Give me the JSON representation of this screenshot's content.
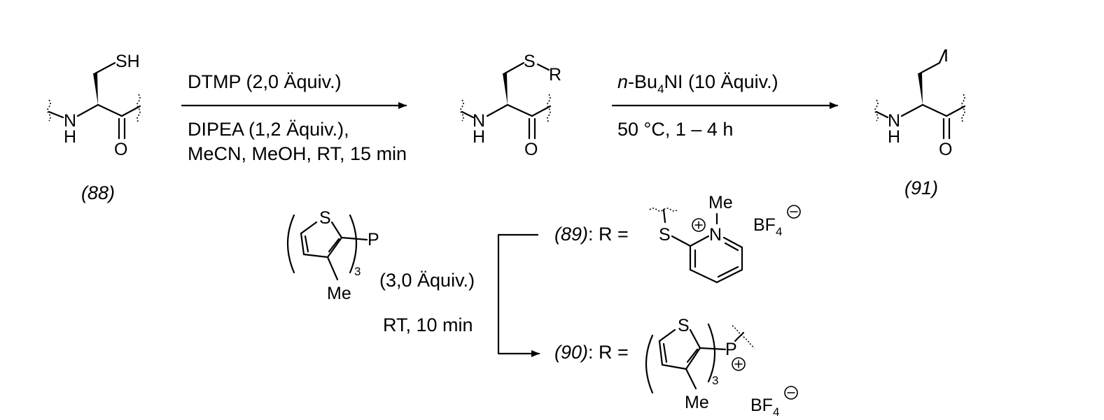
{
  "compounds": {
    "c88": {
      "label": "(88)",
      "thiol": "SH",
      "nh": "N",
      "h": "H",
      "o": "O"
    },
    "intermediate": {
      "s": "S",
      "r": "R",
      "nh": "N",
      "h": "H",
      "o": "O"
    },
    "c91": {
      "label": "(91)",
      "iodo": "I",
      "nh": "N",
      "h": "H",
      "o": "O"
    }
  },
  "arrow1": {
    "above": "DTMP (2,0 Äquiv.)",
    "below_line1": "DIPEA (1,2 Äquiv.),",
    "below_line2": "MeCN, MeOH, RT, 15 min"
  },
  "arrow2": {
    "above_prefix": "n",
    "above_main": "-Bu",
    "above_sub": "4",
    "above_suffix": "NI (10 Äquiv.)",
    "below": "50 °C, 1 – 4 h"
  },
  "reagent": {
    "s": "S",
    "p": "P",
    "me": "Me",
    "subscript": "3",
    "equiv": "(3,0 Äquiv.)",
    "conditions": "RT, 10 min"
  },
  "r89": {
    "label": "(89)",
    "eq": ": R =",
    "s": "S",
    "n": "N",
    "me": "Me",
    "bf": "BF",
    "bf_sub": "4"
  },
  "r90": {
    "label": "(90)",
    "eq": ": R =",
    "s": "S",
    "p": "P",
    "me": "Me",
    "subscript": "3",
    "bf": "BF",
    "bf_sub": "4"
  }
}
